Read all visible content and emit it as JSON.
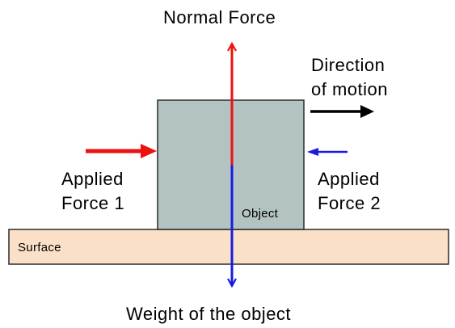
{
  "diagram": {
    "labels": {
      "normal_force": "Normal Force",
      "weight": "Weight of the object",
      "direction_line1": "Direction",
      "direction_line2": "of motion",
      "applied1_line1": "Applied",
      "applied1_line2": "Force 1",
      "applied2_line1": "Applied",
      "applied2_line2": "Force 2",
      "object": "Object",
      "surface": "Surface"
    },
    "colors": {
      "normal_force_arrow": "#ee1111",
      "weight_arrow": "#1a1ae0",
      "applied_force_1_arrow": "#ee1111",
      "applied_force_2_arrow": "#1a1ae0",
      "direction_arrow": "#000000",
      "object_fill": "#b3c3c1",
      "surface_fill": "#fbe0c8",
      "outline": "#2a2a2a"
    }
  }
}
